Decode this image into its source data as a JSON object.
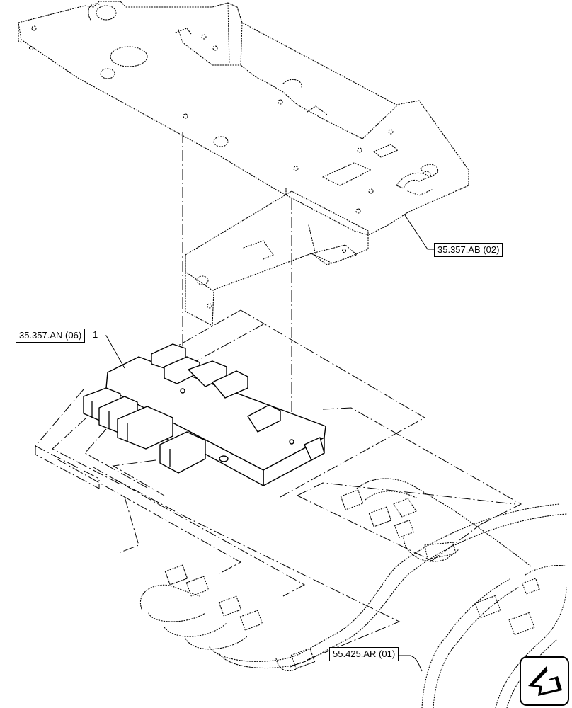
{
  "refs": {
    "chassis_ref": "35.357.AB (02)",
    "valve_ref": "35.357.AN (06)",
    "harness_ref": "55.425.AR (01)"
  },
  "callouts": {
    "valve_block_item": "1"
  },
  "icons": {
    "nav": "arrow-icon"
  },
  "colors": {
    "line": "#000000",
    "background": "#ffffff"
  }
}
